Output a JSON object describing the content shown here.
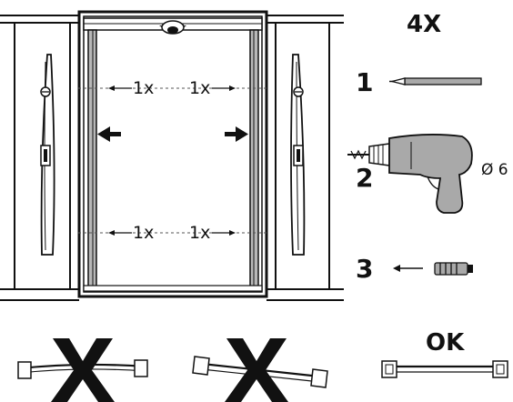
{
  "header": {
    "quantity": "4X"
  },
  "opening": {
    "hole_marks": {
      "top_left": "1x",
      "top_right": "1x",
      "bottom_left": "1x",
      "bottom_right": "1x"
    }
  },
  "steps": [
    {
      "number": "1",
      "tool": "pencil-icon"
    },
    {
      "number": "2",
      "tool": "drill-icon",
      "bit_diameter": "Ø 6"
    },
    {
      "number": "3",
      "tool": "wall-plug-icon"
    }
  ],
  "alignment_examples": [
    {
      "state": "wrong",
      "icon": "cross-icon",
      "label": ""
    },
    {
      "state": "wrong",
      "icon": "cross-icon",
      "label": ""
    },
    {
      "state": "correct",
      "icon": "level-bar-icon",
      "label": "OK"
    }
  ]
}
